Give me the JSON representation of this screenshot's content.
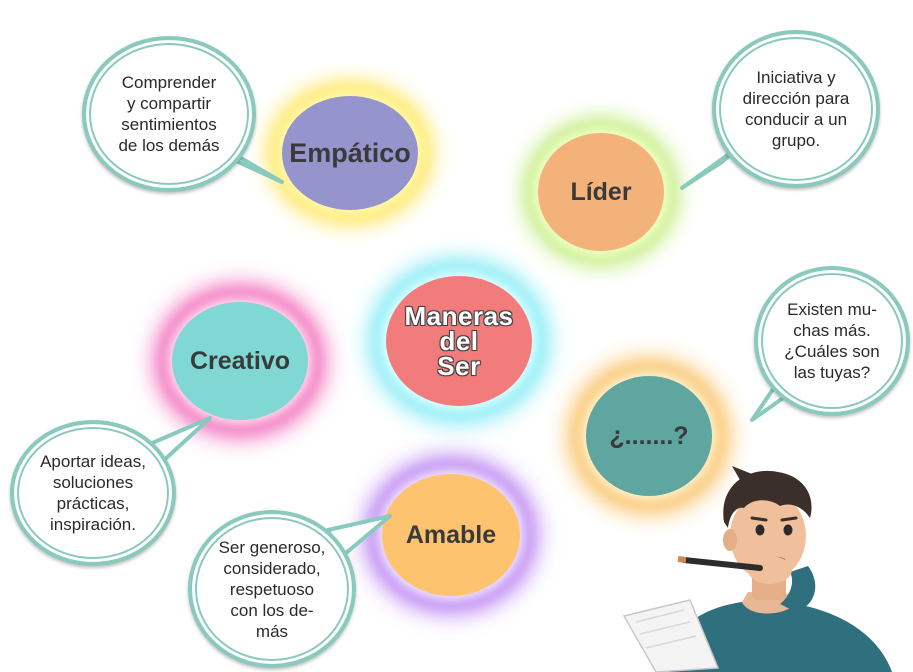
{
  "center": {
    "label": "Maneras\ndel\nSer"
  },
  "nodes": {
    "empatico": {
      "label": "Empático",
      "description": "Comprender\ny compartir\nsentimientos\nde los demás",
      "color": "#9694cc",
      "glow": "#ffe24a"
    },
    "lider": {
      "label": "Líder",
      "description": "Iniciativa y\ndirección para\nconducir a un\ngrupo.",
      "color": "#f3b27a",
      "glow": "#b8e86b"
    },
    "creativo": {
      "label": "Creativo",
      "description": "Aportar ideas,\nsoluciones\nprácticas,\ninspiración.",
      "color": "#7fd8d4",
      "glow": "#f04fae"
    },
    "otro": {
      "label": "¿.......?",
      "description": "Existen mu-\nchas más.\n¿Cuáles son\nlas tuyas?",
      "color": "#5fa6a0",
      "glow": "#f8b64a"
    },
    "amable": {
      "label": "Amable",
      "description": "Ser generoso,\nconsiderado,\nrespetuoso\ncon los de-\nmás",
      "color": "#fdc36f",
      "glow": "#ae6bf0"
    }
  },
  "colors": {
    "center": "#f27c7c",
    "center_glow": "#6fe7f4",
    "bubble_border": "#8ac9bd"
  },
  "illustration": {
    "icon": "thinking-student-icon"
  }
}
